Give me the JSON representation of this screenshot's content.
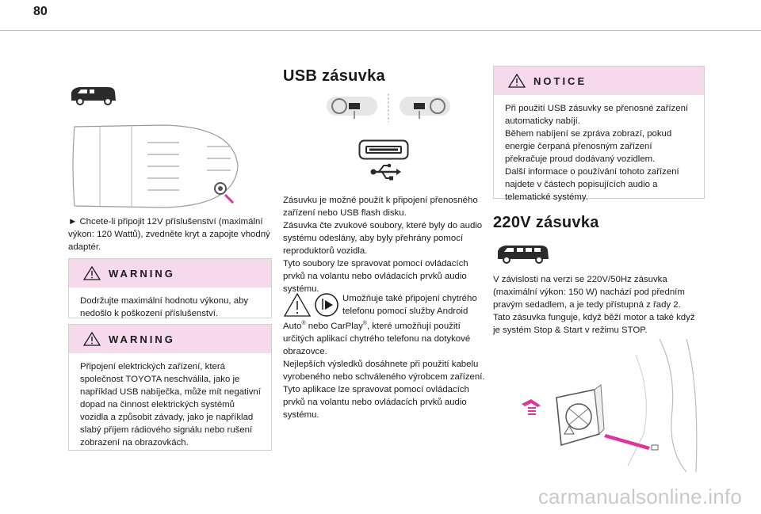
{
  "page": {
    "number": "80",
    "watermark": "carmanualsonline.info"
  },
  "col1": {
    "van_icon": "van-icon",
    "instruction": "► Chcete-li připojit 12V příslušenství (maximální výkon: 120 Wattů), zvedněte kryt a zapojte vhodný adaptér.",
    "warning1": {
      "title": "WARNING",
      "text": "Dodržujte maximální hodnotu výkonu, aby nedošlo k poškození příslušenství."
    },
    "warning2": {
      "title": "WARNING",
      "text": "Připojení elektrických zařízení, která společnost TOYOTA neschválila, jako je například USB nabíječka, může mít negativní dopad na činnost elektrických systémů vozidla a způsobit závady, jako je například slabý příjem rádiového signálu nebo rušení zobrazení na obrazovkách."
    }
  },
  "col2": {
    "heading": "USB zásuvka",
    "p1": "Zásuvku je možné použít k připojení přenosného zařízení nebo USB flash disku.",
    "p2": "Zásuvka čte zvukové soubory, které byly do audio systému odeslány, aby byly přehrány pomocí reproduktorů vozidla.",
    "p3": "Tyto soubory lze spravovat pomocí ovládacích prvků na volantu nebo ovládacích prvků audio systému.",
    "p4_line1": "Umožňuje také připojení chytrého",
    "p4_line2": "telefonu pomocí služby Android",
    "p4_auto": "Auto",
    "p4_mid": " nebo CarPlay",
    "p4_rest": ", které umožňují použití určitých aplikací chytrého telefonu na dotykové obrazovce.",
    "p5": "Nejlepších výsledků dosáhnete při použití kabelu vyrobeného nebo schváleného výrobcem zařízení.",
    "p6": "Tyto aplikace lze spravovat pomocí ovládacích prvků na volantu nebo ovládacích prvků audio systému.",
    "reg": "®"
  },
  "col3": {
    "notice": {
      "title": "NOTICE",
      "l1": "Při použití USB zásuvky se přenosné zařízení automaticky nabíjí.",
      "l2": "Během nabíjení se zpráva zobrazí, pokud energie čerpaná přenosným zařízení překračuje proud dodávaný vozidlem.",
      "l3": "Další informace o používání tohoto zařízení najdete v částech popisujících audio a telematické systémy."
    },
    "heading": "220V zásuvka",
    "p1": "V závislosti na verzi se 220V/50Hz zásuvka (maximální výkon: 150 W) nachází pod předním pravým sedadlem, a je tedy přístupná z řady 2.",
    "p2": "Tato zásuvka funguje, když běží motor a také když je systém Stop & Start v režimu STOP."
  },
  "colors": {
    "accent": "#e0339b",
    "box_head": "#f6d9ea",
    "rule": "#bfbfbf"
  }
}
